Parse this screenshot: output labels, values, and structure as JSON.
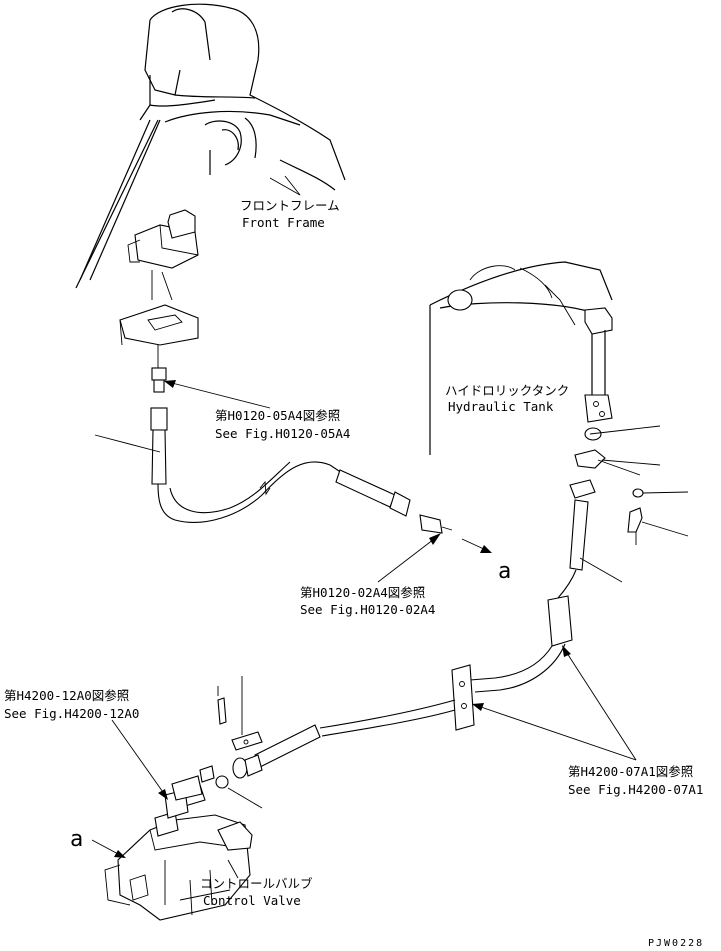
{
  "labels": {
    "front_frame_jp": "フロントフレーム",
    "front_frame_en": "Front Frame",
    "hydraulic_tank_jp": "ハイドロリックタンク",
    "hydraulic_tank_en": "Hydraulic Tank",
    "control_valve_jp": "コントロールバルブ",
    "control_valve_en": "Control Valve"
  },
  "references": [
    {
      "jp": "第H0120-05A4図参照",
      "en": "See Fig.H0120-05A4"
    },
    {
      "jp": "第H0120-02A4図参照",
      "en": "See Fig.H0120-02A4"
    },
    {
      "jp": "第H4200-12A0図参照",
      "en": "See Fig.H4200-12A0"
    },
    {
      "jp": "第H4200-07A1図参照",
      "en": "See Fig.H4200-07A1"
    }
  ],
  "markers": {
    "connection_a_right": "a",
    "connection_a_left": "a"
  },
  "drawing_code": "PJW0228"
}
